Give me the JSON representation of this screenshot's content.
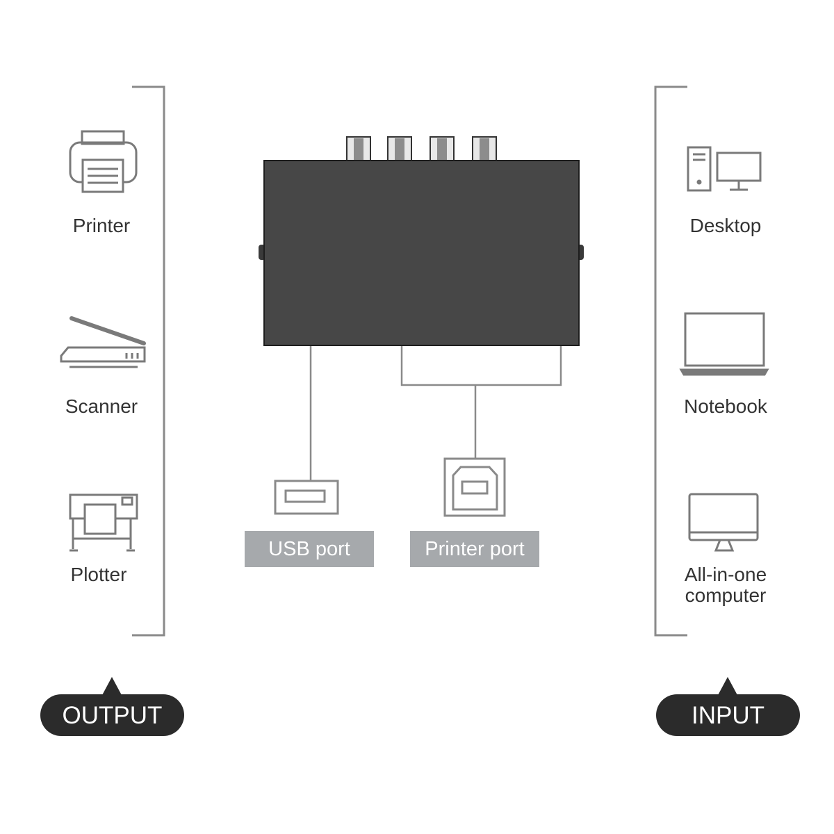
{
  "output": {
    "devices": [
      {
        "label": "Printer",
        "icon": "printer-icon"
      },
      {
        "label": "Scanner",
        "icon": "scanner-icon"
      },
      {
        "label": "Plotter",
        "icon": "plotter-icon"
      }
    ],
    "badge": "OUTPUT"
  },
  "input": {
    "devices": [
      {
        "label": "Desktop",
        "icon": "desktop-computer-icon"
      },
      {
        "label": "Notebook",
        "icon": "laptop-icon"
      },
      {
        "label": "All-in-one computer",
        "icon": "all-in-one-computer-icon"
      }
    ],
    "badge": "INPUT"
  },
  "ports": {
    "usb": {
      "label": "USB port",
      "icon": "usb-a-port-icon"
    },
    "printer": {
      "label": "Printer port",
      "icon": "usb-b-port-icon"
    }
  },
  "colors": {
    "line": "#8a8a8a",
    "box": "#474747",
    "tag": "#a6a9ac",
    "pill": "#2b2b2b"
  }
}
